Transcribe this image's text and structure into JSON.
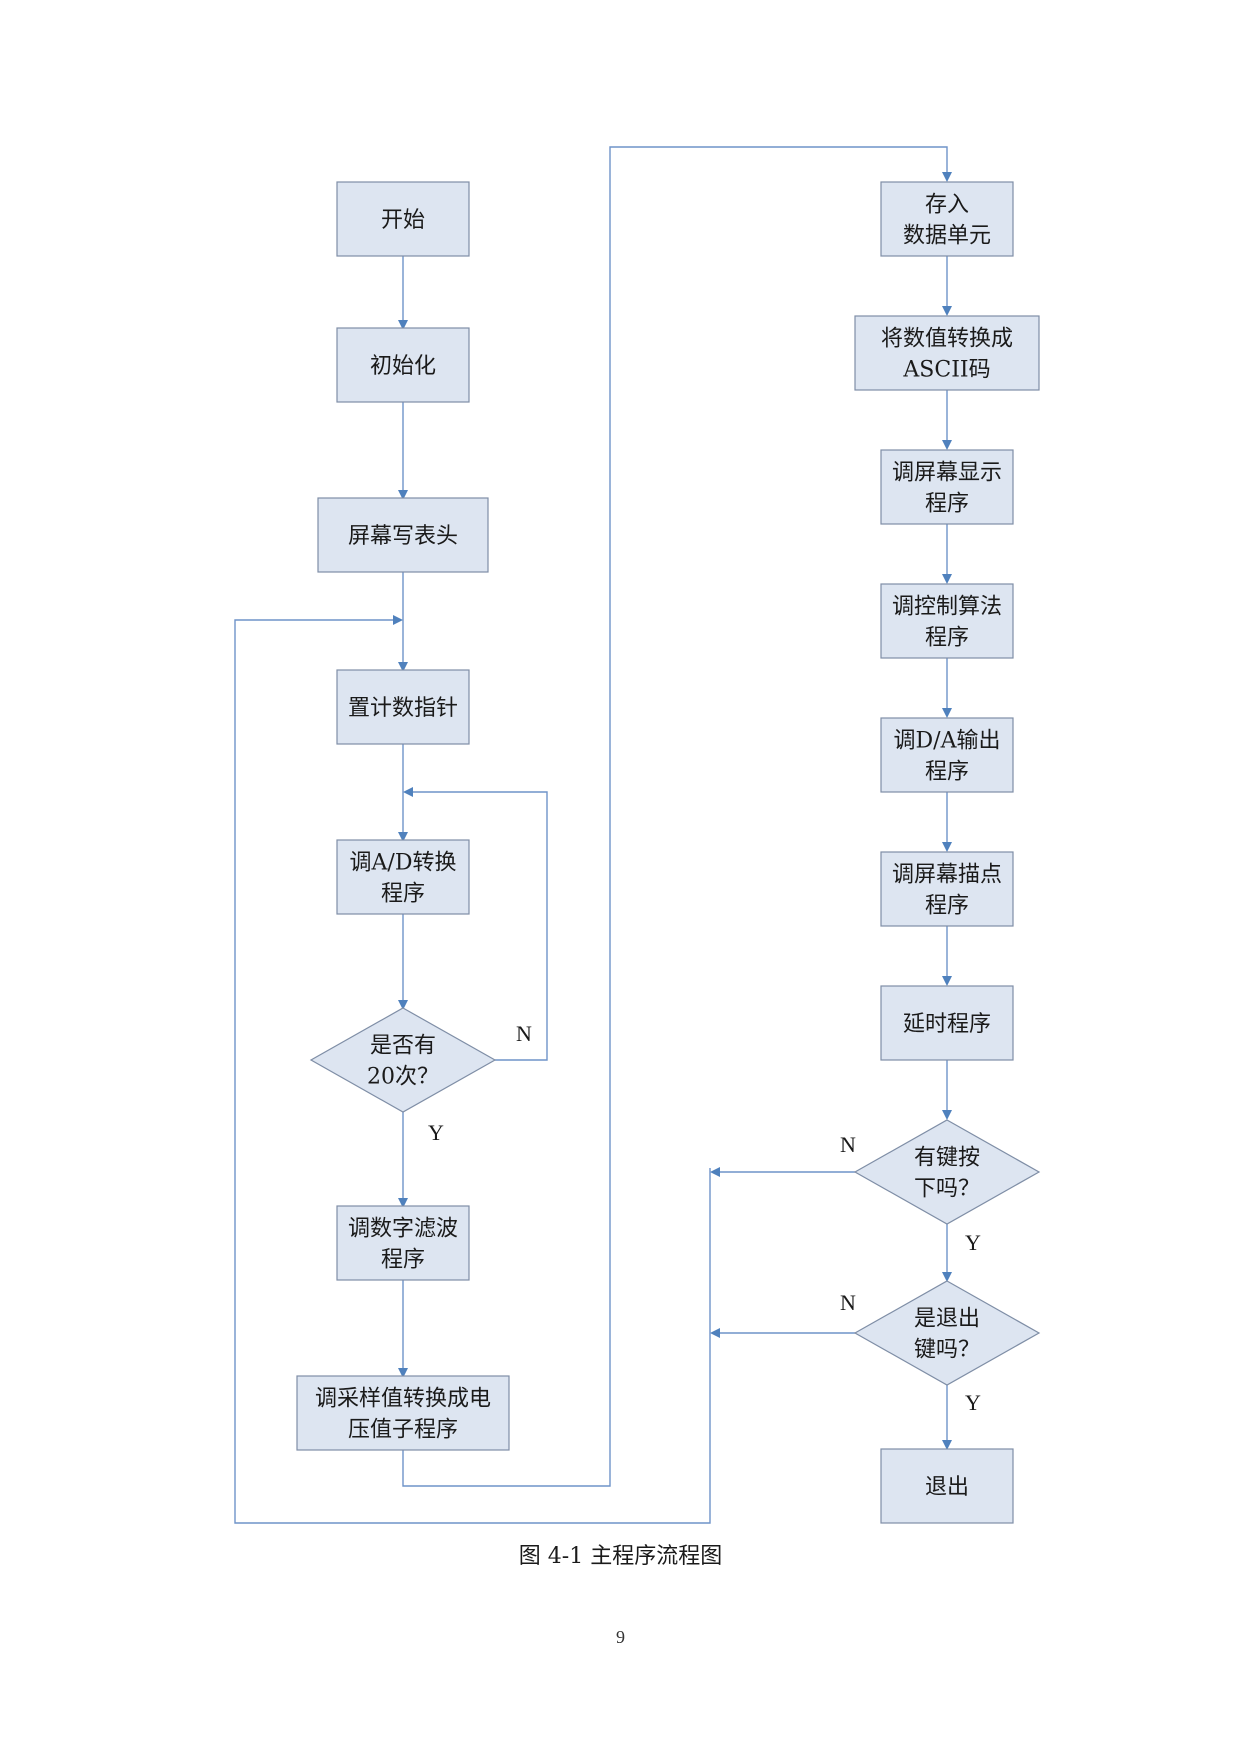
{
  "nodes": [
    {
      "id": "start",
      "lines": [
        "开始"
      ]
    },
    {
      "id": "init",
      "lines": [
        "初始化"
      ]
    },
    {
      "id": "header",
      "lines": [
        "屏幕写表头"
      ]
    },
    {
      "id": "pointer",
      "lines": [
        "置计数指针"
      ]
    },
    {
      "id": "adc",
      "lines": [
        "调A/D转换",
        "程序"
      ]
    },
    {
      "id": "check20",
      "lines": [
        "是否有",
        "20次？"
      ]
    },
    {
      "id": "filter",
      "lines": [
        "调数字滤波",
        "程序"
      ]
    },
    {
      "id": "voltage",
      "lines": [
        "调采样值转换成电",
        "压值子程序"
      ]
    },
    {
      "id": "store",
      "lines": [
        "存入",
        "数据单元"
      ]
    },
    {
      "id": "ascii",
      "lines": [
        "将数值转换成",
        "ASCII码"
      ]
    },
    {
      "id": "display",
      "lines": [
        "调屏幕显示",
        "程序"
      ]
    },
    {
      "id": "control",
      "lines": [
        "调控制算法",
        "程序"
      ]
    },
    {
      "id": "dac",
      "lines": [
        "调D/A输出",
        "程序"
      ]
    },
    {
      "id": "plot",
      "lines": [
        "调屏幕描点",
        "程序"
      ]
    },
    {
      "id": "delay",
      "lines": [
        "延时程序"
      ]
    },
    {
      "id": "keypress",
      "lines": [
        "有键按",
        "下吗？"
      ]
    },
    {
      "id": "exitkey",
      "lines": [
        "是退出",
        "键吗？"
      ]
    },
    {
      "id": "exit",
      "lines": [
        "退出"
      ]
    }
  ],
  "edge_labels": [
    {
      "id": "check20-no",
      "text": "N"
    },
    {
      "id": "check20-yes",
      "text": "Y"
    },
    {
      "id": "keypress-no",
      "text": "N"
    },
    {
      "id": "keypress-yes",
      "text": "Y"
    },
    {
      "id": "exitkey-no",
      "text": "N"
    },
    {
      "id": "exitkey-yes",
      "text": "Y"
    }
  ],
  "caption": "图 4-1  主程序流程图",
  "page_number": "9",
  "colors": {
    "box_fill": "#dde5f1",
    "box_stroke": "#7f8ea6",
    "line": "#4f81bd"
  }
}
